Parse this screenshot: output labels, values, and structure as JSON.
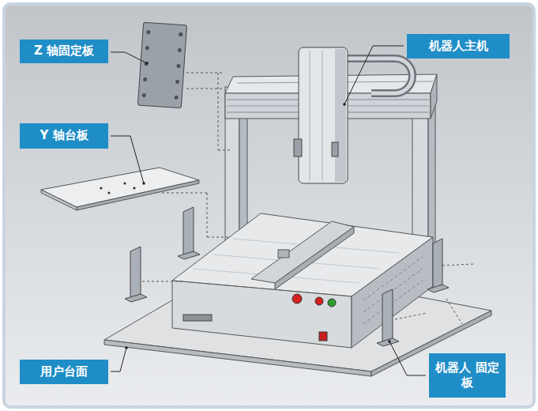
{
  "diagram": {
    "nodes": [
      {
        "text": [
          "Z 轴固定板"
        ]
      },
      {
        "text": [
          "机器人主机"
        ]
      },
      {
        "text": [
          "Y 轴台板"
        ]
      },
      {
        "text": [
          "用户台面"
        ]
      },
      {
        "text": [
          "机器人 固定板"
        ]
      }
    ]
  }
}
